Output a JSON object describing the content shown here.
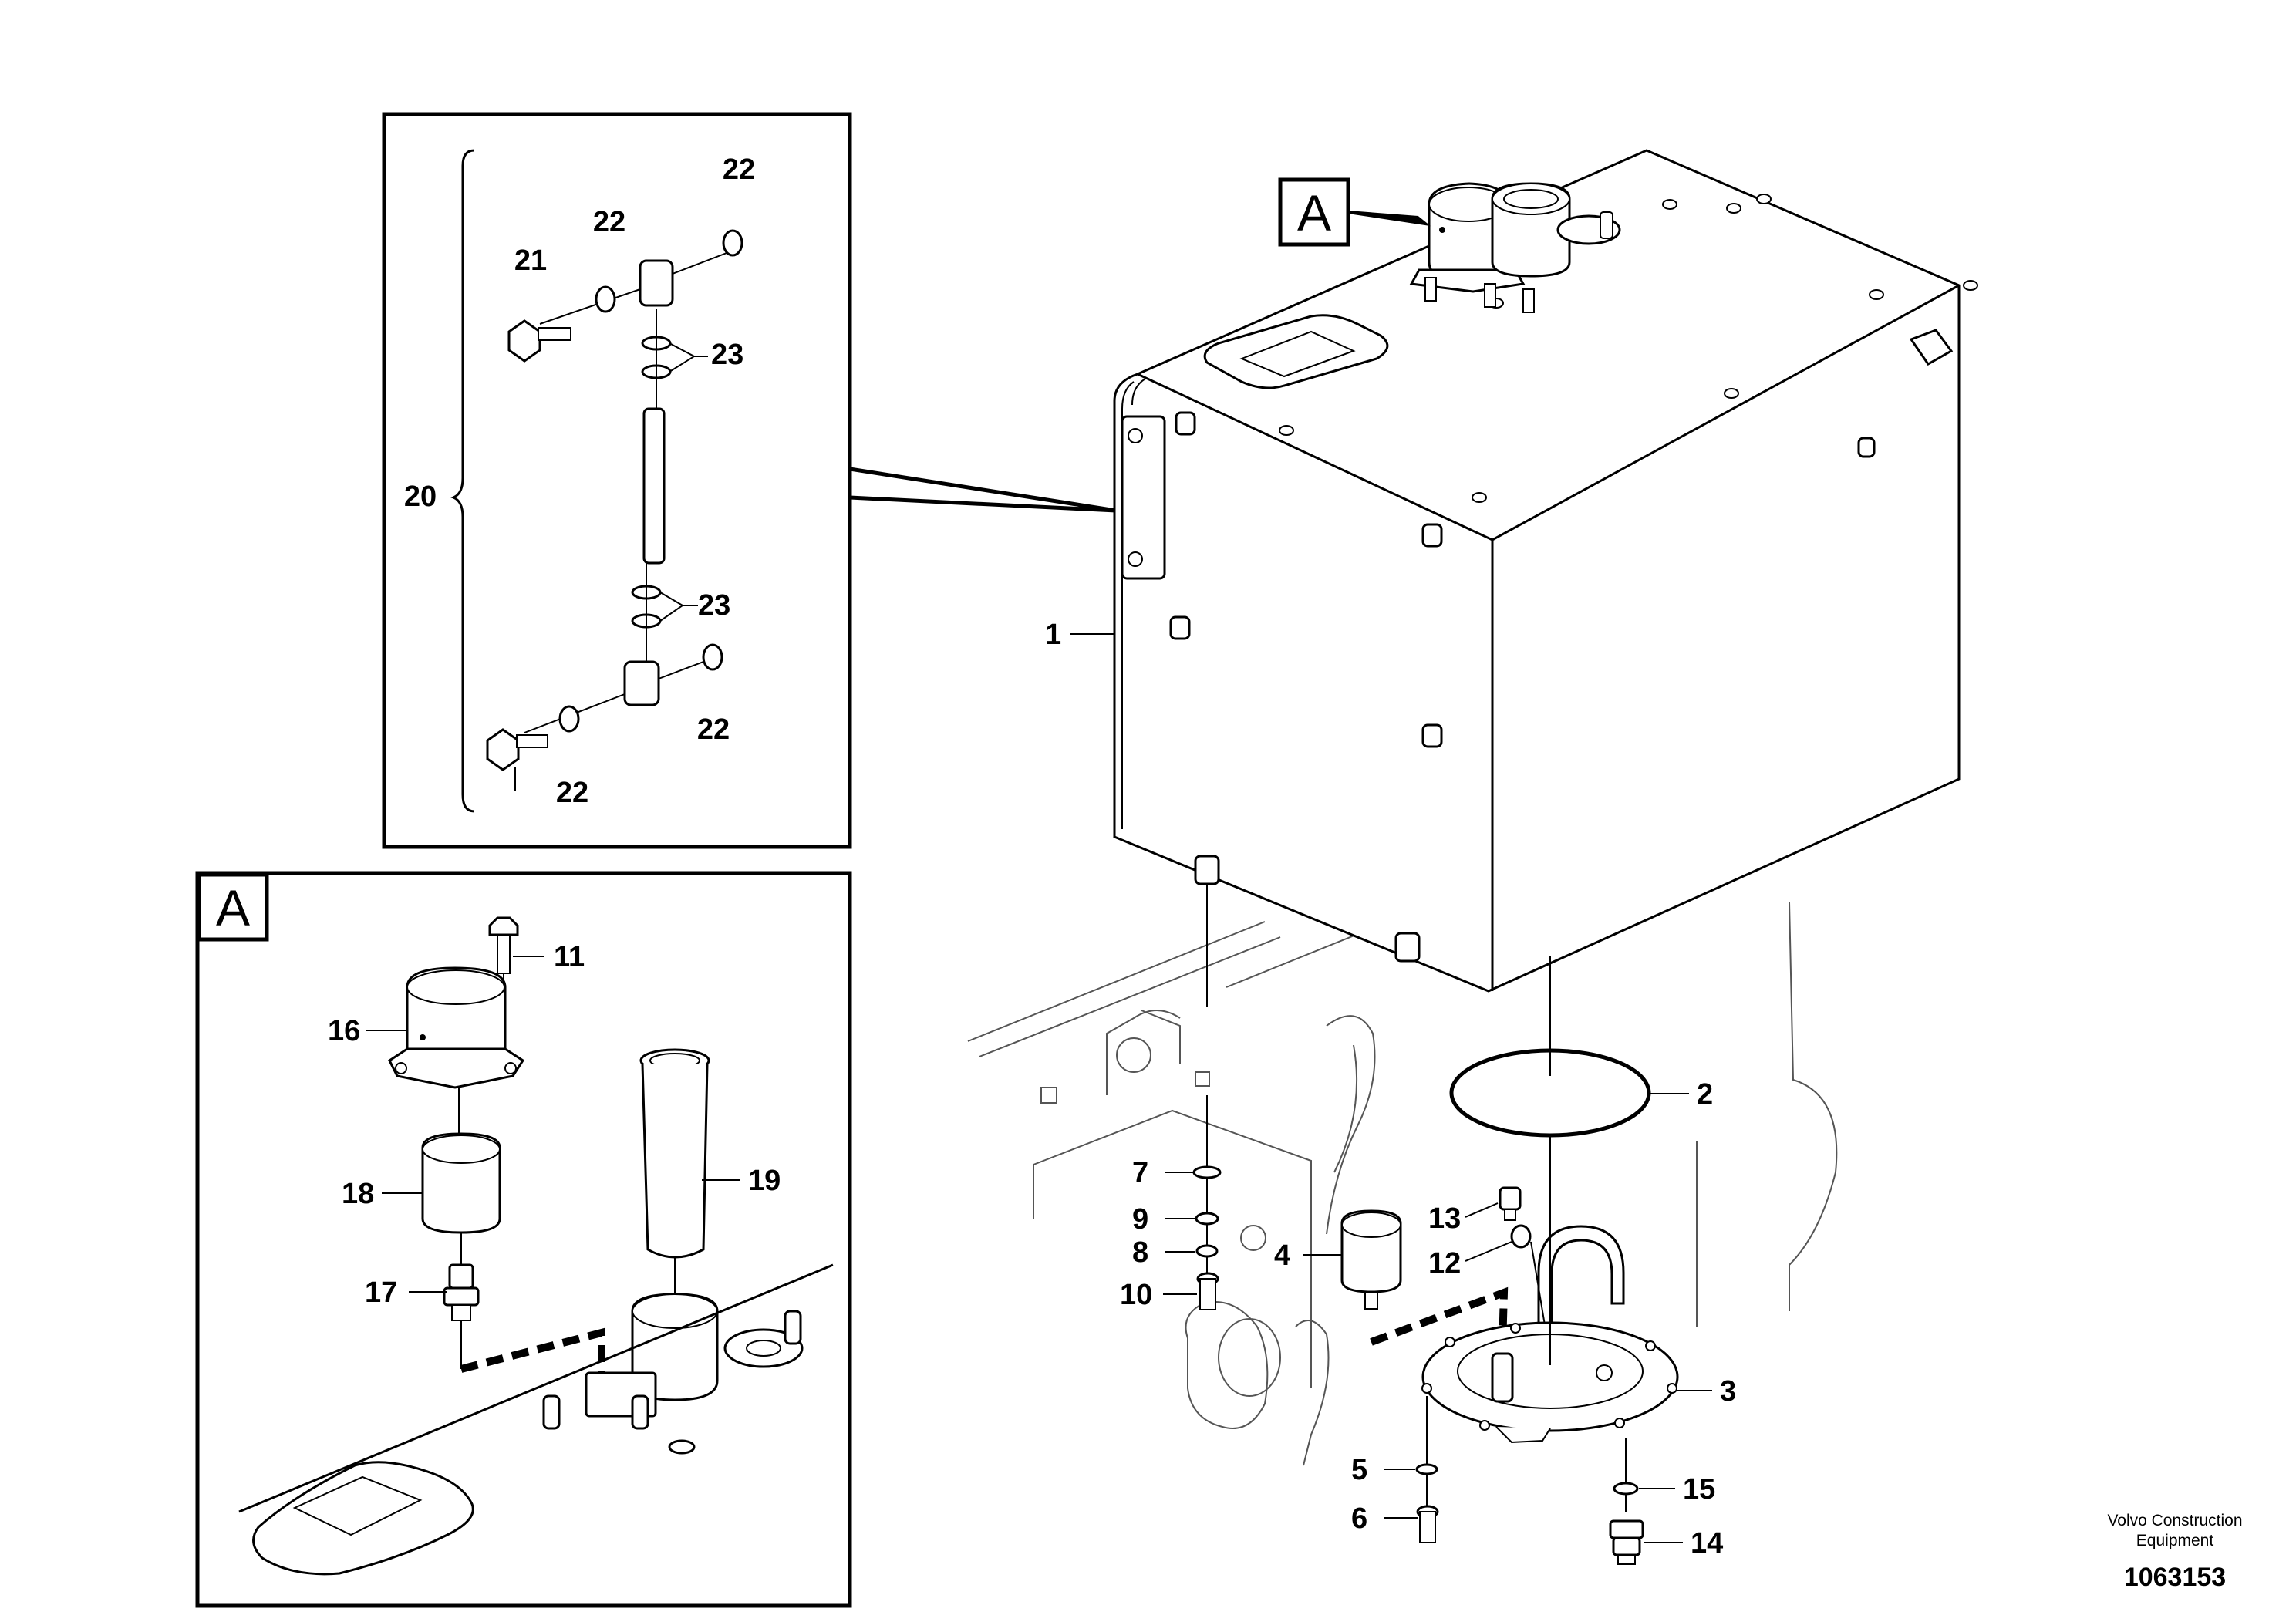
{
  "part_labels": {
    "p1": "1",
    "p2": "2",
    "p3": "3",
    "p4": "4",
    "p5": "5",
    "p6": "6",
    "p7": "7",
    "p8": "8",
    "p9": "9",
    "p10": "10",
    "p11": "11",
    "p12": "12",
    "p13": "13",
    "p14": "14",
    "p15": "15",
    "p16": "16",
    "p17": "17",
    "p18": "18",
    "p19": "19",
    "p20": "20",
    "p21": "21",
    "p22a": "22",
    "p22b": "22",
    "p22c": "22",
    "p22d": "22",
    "p23a": "23",
    "p23b": "23"
  },
  "callouts": {
    "main_view": "A",
    "detail_view": "A"
  },
  "footer": {
    "company_line1": "Volvo Construction",
    "company_line2": "Equipment",
    "drawing_number": "1063153"
  }
}
